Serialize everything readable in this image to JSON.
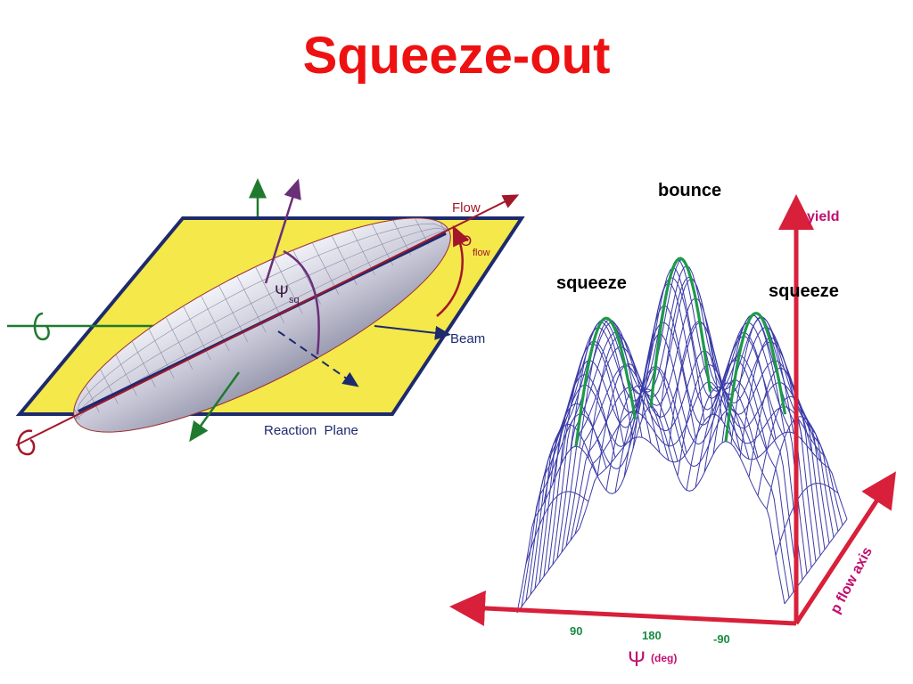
{
  "slide": {
    "title": "Squeeze-out"
  },
  "reaction_plane_diagram": {
    "flow_label": "Flow",
    "theta_label": "Θ",
    "theta_subscript": "flow",
    "psi_label": "Ψ",
    "psi_subscript": "sq",
    "beam_label": "Beam",
    "plane_label": "Reaction  Plane"
  },
  "yield_surface_plot": {
    "peak_labels": {
      "center": "bounce",
      "left": "squeeze",
      "right": "squeeze"
    },
    "axes": {
      "vertical": "yield",
      "depth": "p flow axis",
      "psi_symbol": "Ψ",
      "psi_unit": "(deg)"
    },
    "ticks": [
      "90",
      "180",
      "-90"
    ]
  },
  "colors": {
    "title": "#ee1111",
    "plane_fill": "#f4e84a",
    "plane_edge": "#1d2a6e",
    "axis_green": "#1f7a2e",
    "arrow_purple": "#6b2f78",
    "flow_red": "#a3162a",
    "axis_crimson": "#d8203a",
    "mesh_blue": "#3a3aa8",
    "mesh_green": "#1e9a4a",
    "yield_magenta": "#c01070",
    "tick_green": "#1a8a40"
  }
}
